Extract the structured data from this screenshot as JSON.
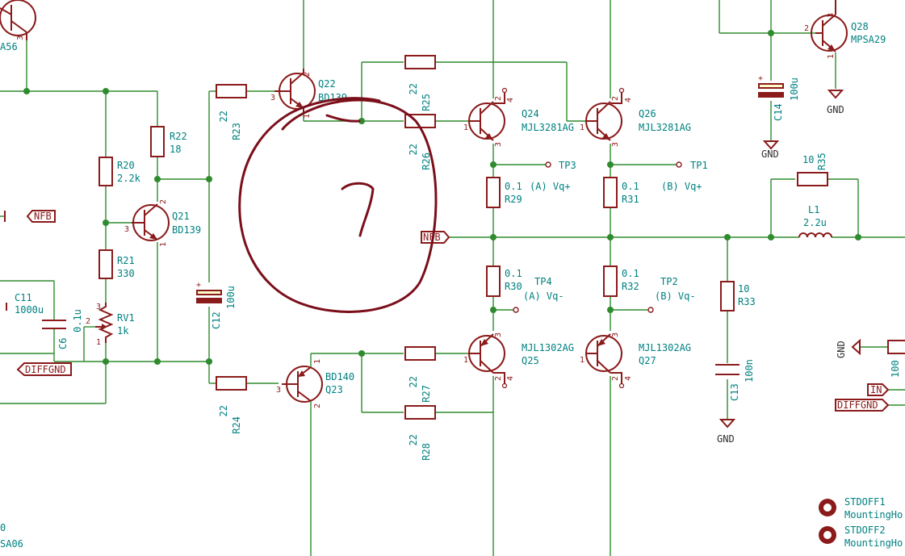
{
  "colors": {
    "wire": "#2e8b2e",
    "component": "#8b1a1a",
    "label": "#008080",
    "annotation": "#7a0f1a"
  },
  "annotation": {
    "text": "7"
  },
  "parts": {
    "q22": {
      "ref": "Q22",
      "val": "BD139",
      "pins": [
        "2",
        "3",
        "1"
      ]
    },
    "q24": {
      "ref": "Q24",
      "val": "MJL3281AG",
      "pins": [
        "2",
        "4",
        "1",
        "3"
      ]
    },
    "q26": {
      "ref": "Q26",
      "val": "MJL3281AG",
      "pins": [
        "2",
        "4",
        "1",
        "3"
      ]
    },
    "q28": {
      "ref": "Q28",
      "val": "MPSA29",
      "pins": [
        "3",
        "2",
        "1"
      ]
    },
    "q21": {
      "ref": "Q21",
      "val": "BD139",
      "pins": [
        "2",
        "3",
        "1"
      ]
    },
    "q23": {
      "ref": "Q23",
      "val": "BD140",
      "pins": [
        "1",
        "3",
        "2"
      ]
    },
    "q25": {
      "ref": "Q25",
      "val": "MJL1302AG",
      "pins": [
        "3",
        "1",
        "2",
        "4"
      ]
    },
    "q27": {
      "ref": "Q27",
      "val": "MJL1302AG",
      "pins": [
        "3",
        "1",
        "2",
        "4"
      ]
    },
    "q_tl": {
      "val_tail": "A56",
      "pin": "3"
    },
    "q_bl": {
      "val_tail": "SA06",
      "ref_tail": "0"
    },
    "r22": {
      "ref": "R22",
      "val": "18"
    },
    "r20": {
      "ref": "R20",
      "val": "2.2k"
    },
    "r21": {
      "ref": "R21",
      "val": "330"
    },
    "r23": {
      "ref": "R23",
      "val": "22"
    },
    "r24": {
      "ref": "R24",
      "val": "22"
    },
    "r25": {
      "ref": "R25",
      "val": "22"
    },
    "r26": {
      "ref": "R26",
      "val": "22"
    },
    "r27": {
      "ref": "R27",
      "val": "22"
    },
    "r28": {
      "ref": "R28",
      "val": "22"
    },
    "r29": {
      "ref": "R29",
      "val": "0.1"
    },
    "r30": {
      "ref": "R30",
      "val": "0.1"
    },
    "r31": {
      "ref": "R31",
      "val": "0.1"
    },
    "r32": {
      "ref": "R32",
      "val": "0.1"
    },
    "r33": {
      "ref": "R33",
      "val": "10"
    },
    "r35": {
      "ref": "R35",
      "val": "10"
    },
    "r_right": {
      "val": "100"
    },
    "rv1": {
      "ref": "RV1",
      "val": "1k",
      "pins": [
        "3",
        "2",
        "1"
      ]
    },
    "c11": {
      "ref": "C11",
      "val": "1000u"
    },
    "c6": {
      "ref": "C6",
      "val": "0.1u"
    },
    "c12": {
      "ref": "C12",
      "val": "100u",
      "plus": "+"
    },
    "c13": {
      "ref": "C13",
      "val": "100n"
    },
    "c14": {
      "ref": "C14",
      "val": "100u",
      "plus": "+"
    },
    "l1": {
      "ref": "L1",
      "val": "2.2u"
    },
    "tp": {
      "tp1": "TP1",
      "tp2": "TP2",
      "tp3": "TP3",
      "tp4": "TP4"
    },
    "vq": {
      "a_plus": "(A) Vq+",
      "b_plus": "(B) Vq+",
      "a_minus": "(A) Vq-",
      "b_minus": "(B) Vq-"
    },
    "mounting": [
      {
        "ref": "STDOFF1",
        "val": "MountingHo"
      },
      {
        "ref": "STDOFF2",
        "val": "MountingHo"
      }
    ]
  },
  "nets": {
    "nfb_left": "NFB",
    "nfb_mid": "NFB",
    "diffgnd_left": "DIFFGND",
    "in": "IN",
    "diffgnd_right": "DIFFGND",
    "gnd": "GND"
  }
}
